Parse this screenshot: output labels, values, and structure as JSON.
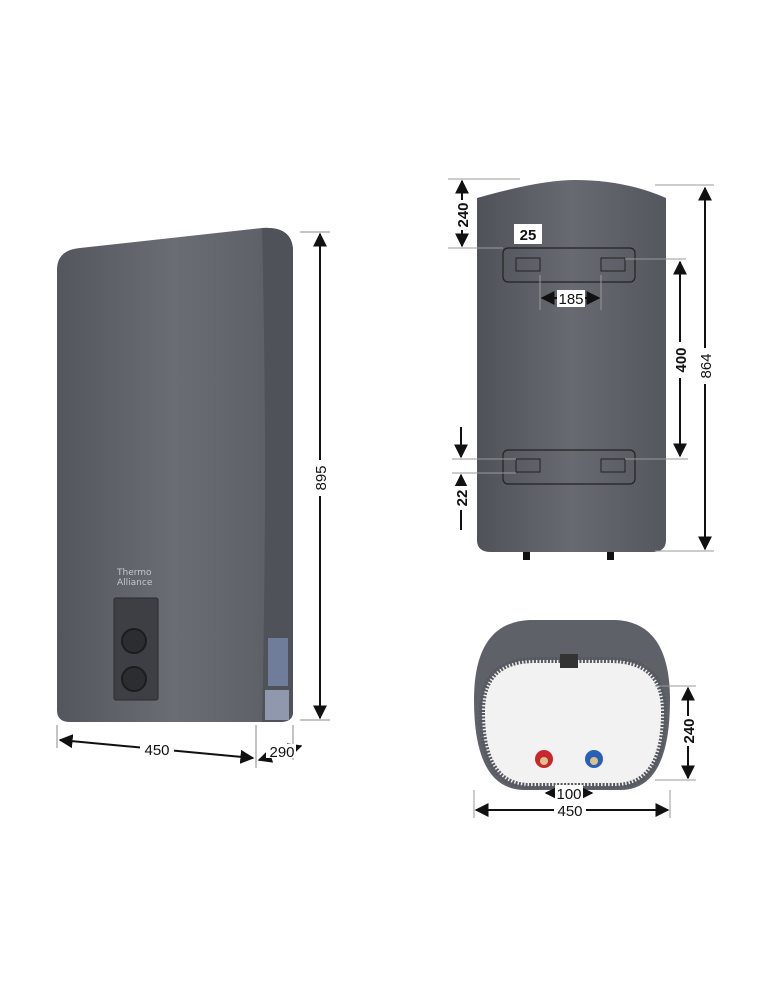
{
  "brand_logo": "Thermo Alliance",
  "front_view": {
    "height": "895",
    "width": "450",
    "depth": "290"
  },
  "back_view": {
    "total_height": "864",
    "top_offset": "240",
    "bracket_height": "25",
    "bracket_spacing_horizontal": "185",
    "bracket_spacing_vertical": "400",
    "bottom_offset": "22"
  },
  "bottom_view": {
    "depth": "240",
    "pipe_spacing": "100",
    "width": "450"
  },
  "colors": {
    "body": "#5b5e65",
    "hot_pipe": "#c8282d",
    "cold_pipe": "#2a5fb8"
  }
}
